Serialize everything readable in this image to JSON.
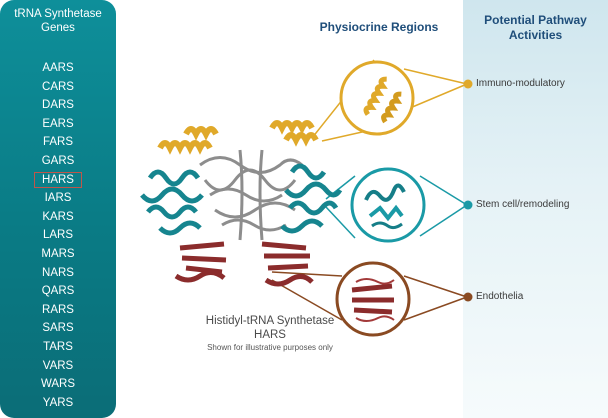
{
  "gene_panel": {
    "title_line1": "tRNA Synthetase",
    "title_line2": "Genes",
    "genes": [
      "AARS",
      "CARS",
      "DARS",
      "EARS",
      "FARS",
      "GARS",
      "HARS",
      "IARS",
      "KARS",
      "LARS",
      "MARS",
      "NARS",
      "QARS",
      "RARS",
      "SARS",
      "TARS",
      "VARS",
      "WARS",
      "YARS"
    ],
    "highlighted": "HARS"
  },
  "regions_title": "Physiocrine Regions",
  "pathway_title_line1": "Potential Pathway",
  "pathway_title_line2": "Activities",
  "activities": [
    {
      "label": "Immuno-modulatory",
      "color": "#e0a92a"
    },
    {
      "label": "Stem cell/remodeling",
      "color": "#1a9aa6"
    },
    {
      "label": "Endothelia",
      "color": "#8a4a22"
    }
  ],
  "caption": {
    "line1": "Histidyl-tRNA Synthetase",
    "line2": "HARS",
    "note": "Shown for illustrative purposes only"
  },
  "colors": {
    "teal_panel": "#0a7b85",
    "gold": "#e0a92a",
    "teal": "#1a9aa6",
    "brown": "#8a4a22",
    "dark_red": "#8b2c2c",
    "gray": "#8d8d8d"
  }
}
